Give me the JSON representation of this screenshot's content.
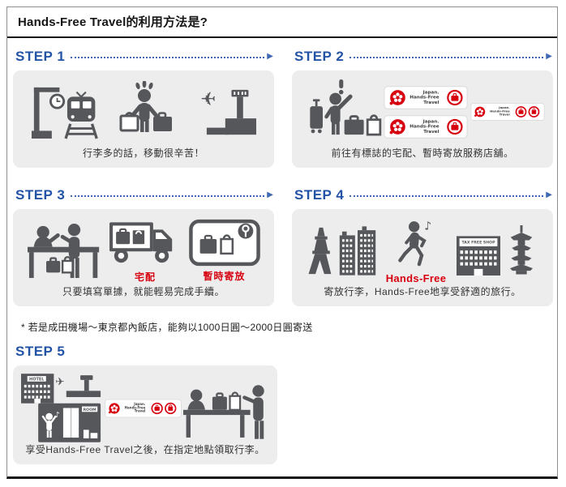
{
  "title": "Hands-Free Travel的利用方法是?",
  "footnote": "* 若是成田機場～東京都內飯店，能夠以1000日圓～2000日圓寄送",
  "badge": {
    "line1": "Japan.",
    "line2": "Hands-Free",
    "line3": "Travel"
  },
  "glyphs": {
    "arrow": "▶",
    "plane": "✈",
    "music_note": "♪"
  },
  "steps": {
    "step1": {
      "label": "STEP 1",
      "caption": "行李多的話，移動很辛苦！"
    },
    "step2": {
      "label": "STEP 2",
      "caption": "前往有標誌的宅配、暫時寄放服務店舖。"
    },
    "step3": {
      "label": "STEP 3",
      "caption": "只要填寫單據，就能輕易完成手續。",
      "delivery_label": "宅配",
      "storage_label": "暫時寄放"
    },
    "step4": {
      "label": "STEP 4",
      "caption": "寄放行李，Hands-Free地享受舒適的旅行。",
      "hands_free_label": "Hands-Free",
      "tax_free_sign": "TAX FREE SHOP"
    },
    "step5": {
      "label": "STEP 5",
      "caption": "享受Hands-Free Travel之後，在指定地點領取行李。",
      "hotel_sign": "HOTEL",
      "room_sign": "ROOM"
    }
  },
  "colors": {
    "accent_blue": "#2353a5",
    "icon_gray": "#55575b",
    "brand_red": "#d7000f",
    "card_bg": "#ededed"
  }
}
